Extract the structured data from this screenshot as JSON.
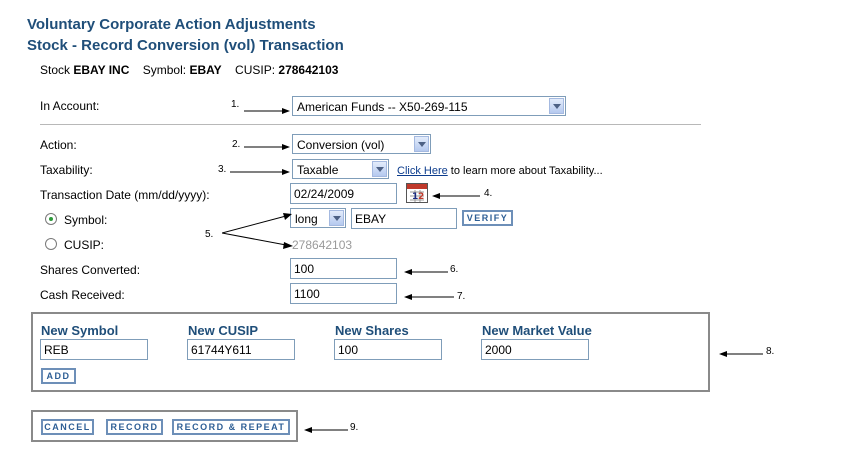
{
  "page": {
    "title_line1": "Voluntary Corporate Action Adjustments",
    "title_line2": "Stock - Record Conversion (vol) Transaction"
  },
  "stock_info": {
    "stock_label": "Stock",
    "stock_name": "EBAY INC",
    "symbol_label": "Symbol:",
    "symbol": "EBAY",
    "cusip_label": "CUSIP:",
    "cusip": "278642103"
  },
  "form": {
    "account_label": "In Account:",
    "account_value": "American Funds -- X50-269-115",
    "action_label": "Action:",
    "action_value": "Conversion (vol)",
    "taxability_label": "Taxability:",
    "taxability_value": "Taxable",
    "taxability_link": "Click Here",
    "taxability_link_suffix": "to learn more about Taxability...",
    "date_label": "Transaction Date (mm/dd/yyyy):",
    "date_value": "02/24/2009",
    "symbol_radio_label": "Symbol:",
    "symbol_type_value": "long",
    "symbol_value": "EBAY",
    "verify_label": "VERIFY",
    "cusip_radio_label": "CUSIP:",
    "cusip_value": "278642103",
    "shares_converted_label": "Shares Converted:",
    "shares_converted_value": "100",
    "cash_received_label": "Cash Received:",
    "cash_received_value": "1100"
  },
  "new_security": {
    "col_symbol": "New Symbol",
    "col_cusip": "New CUSIP",
    "col_shares": "New Shares",
    "col_market_value": "New Market Value",
    "symbol_value": "REB",
    "cusip_value": "61744Y611",
    "shares_value": "100",
    "market_value_value": "2000",
    "add_label": "ADD"
  },
  "actions": {
    "cancel_label": "CANCEL",
    "record_label": "RECORD",
    "record_repeat_label": "RECORD & REPEAT"
  },
  "annotations": {
    "n1": "1.",
    "n2": "2.",
    "n3": "3.",
    "n4": "4.",
    "n5": "5.",
    "n6": "6.",
    "n7": "7.",
    "n8": "8.",
    "n9": "9."
  }
}
